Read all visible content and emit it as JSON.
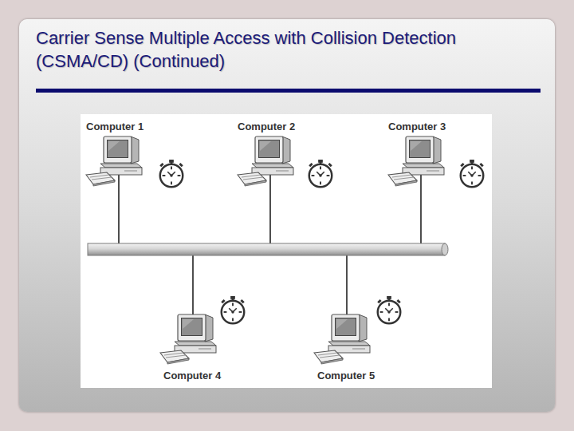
{
  "diagram": {
    "title": "Carrier Sense Multiple Access with Collision Detection (CSMA/CD) (Continued)",
    "nodes": [
      {
        "text": [
          "Computer 1"
        ]
      },
      {
        "text": [
          "Computer 2"
        ]
      },
      {
        "text": [
          "Computer 3"
        ]
      },
      {
        "text": [
          "Computer 4"
        ]
      },
      {
        "text": [
          "Computer 5"
        ]
      }
    ]
  }
}
